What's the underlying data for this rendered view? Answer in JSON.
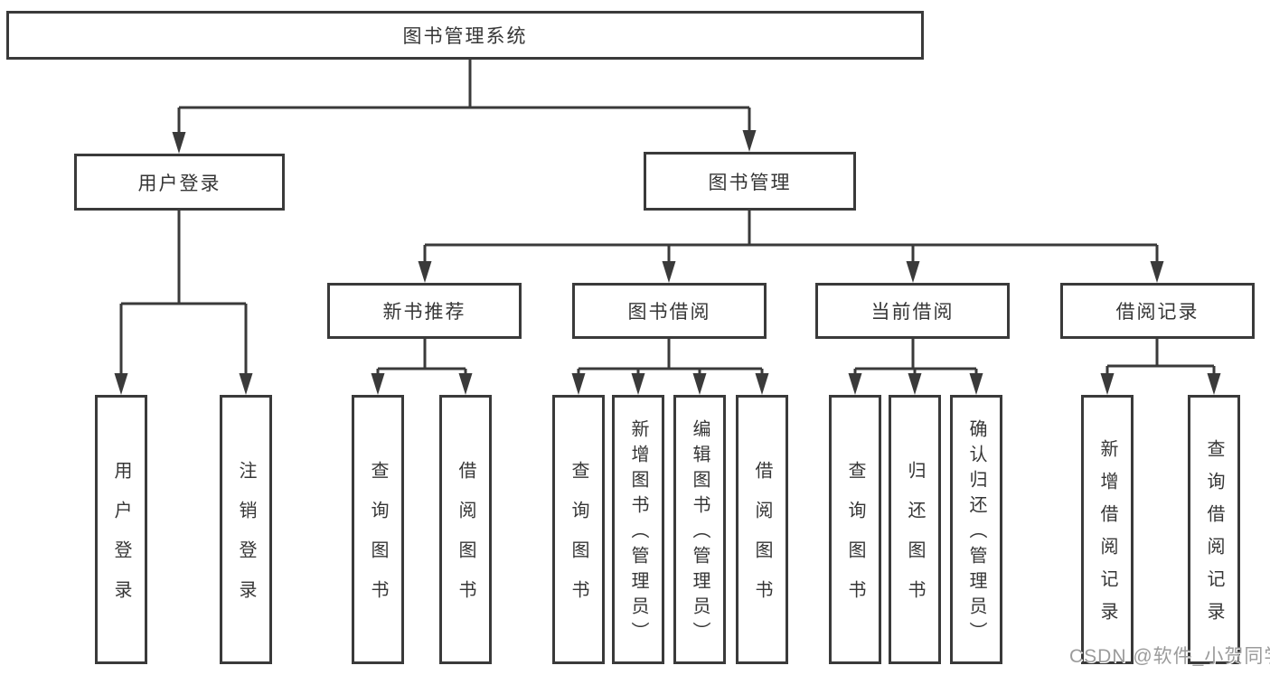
{
  "colors": {
    "line": "#3a3a3a",
    "box_border": "#3a3a3a",
    "box_background": "#ffffff",
    "text": "#363636",
    "watermark": "#9b9b9b"
  },
  "watermark": "CSDN @软件_小贺同学",
  "tree": {
    "root": "图书管理系统",
    "branches": [
      {
        "label": "用户登录",
        "children": [
          "用户登录",
          "注销登录"
        ]
      },
      {
        "label": "图书管理",
        "sections": [
          {
            "label": "新书推荐",
            "children": [
              "查询图书",
              "借阅图书"
            ]
          },
          {
            "label": "图书借阅",
            "children": [
              "查询图书",
              "新增图书（管理员）",
              "编辑图书（管理员）",
              "借阅图书"
            ]
          },
          {
            "label": "当前借阅",
            "children": [
              "查询图书",
              "归还图书",
              "确认归还（管理员）"
            ]
          },
          {
            "label": "借阅记录",
            "children": [
              "新增借阅记录",
              "查询借阅记录"
            ]
          }
        ]
      }
    ]
  }
}
